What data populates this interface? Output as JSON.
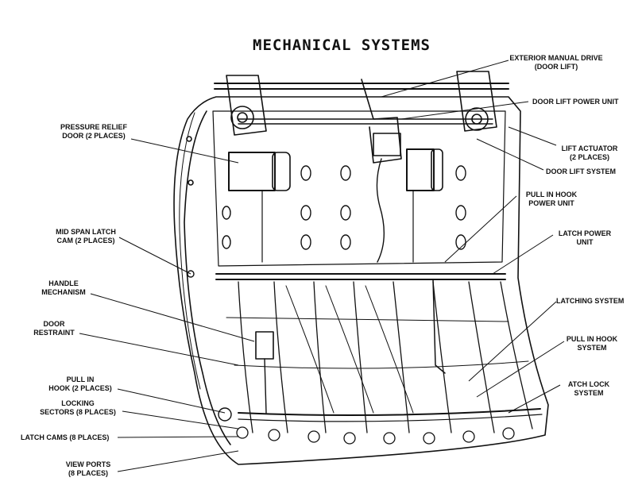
{
  "title": "MECHANICAL SYSTEMS",
  "labels": {
    "exterior_manual_drive": "EXTERIOR MANUAL DRIVE\n(DOOR LIFT)",
    "door_lift_power_unit": "DOOR LIFT POWER UNIT",
    "lift_actuator": "LIFT ACTUATOR\n(2 PLACES)",
    "door_lift_system": "DOOR LIFT SYSTEM",
    "pressure_relief_door": "PRESSURE RELIEF\nDOOR (2 PLACES)",
    "pull_in_hook_power_unit": "PULL IN HOOK\nPOWER UNIT",
    "mid_span_latch_cam": "MID SPAN LATCH\nCAM (2 PLACES)",
    "latch_power_unit": "LATCH POWER\nUNIT",
    "handle_mechanism": "HANDLE\nMECHANISM",
    "latching_system": "LATCHING SYSTEM",
    "door_restraint": "DOOR\nRESTRAINT",
    "pull_in_hook_system": "PULL IN HOOK\nSYSTEM",
    "pull_in_hook": "PULL IN\nHOOK (2 PLACES)",
    "latch_lock_system": "ATCH LOCK\nSYSTEM",
    "locking_sectors": "LOCKING\nSECTORS (8 PLACES)",
    "latch_cams": "LATCH CAMS (8 PLACES)",
    "view_ports": "VIEW PORTS\n(8 PLACES)"
  }
}
